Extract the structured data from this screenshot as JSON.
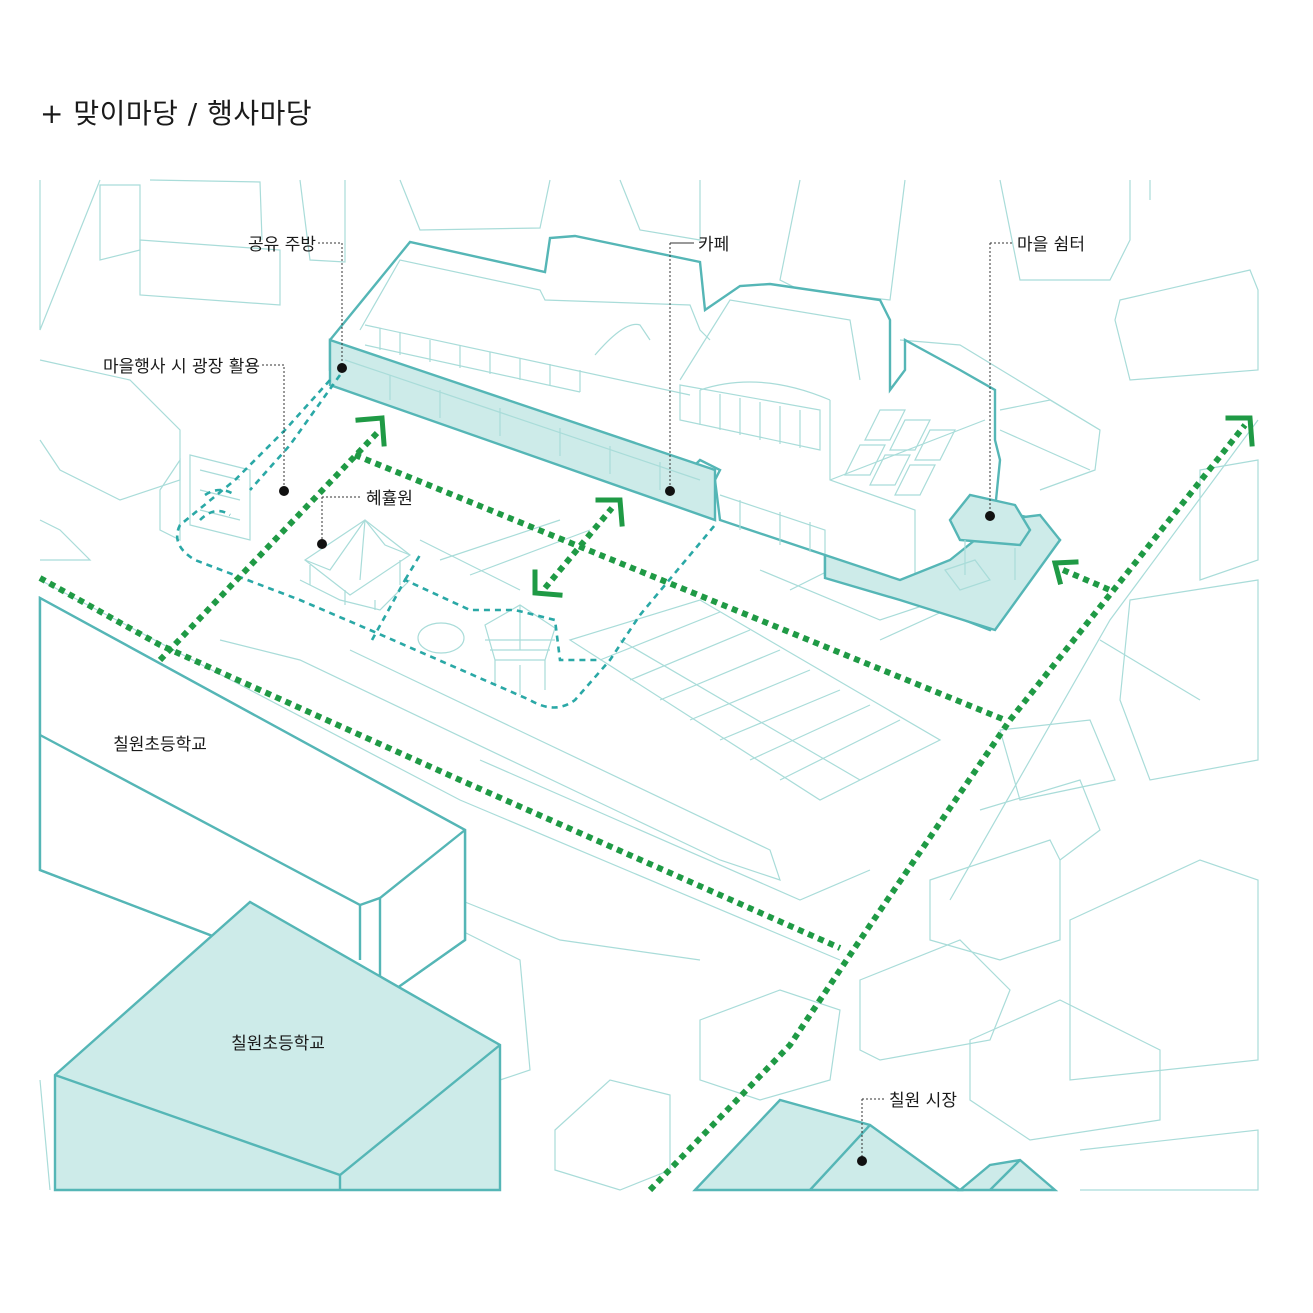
{
  "title": "+  맞이마당 / 행사마당",
  "labels": {
    "shared_kitchen": "공유 주방",
    "cafe": "카페",
    "village_shelter": "마을 쉼터",
    "plaza_use": "마을행사 시 광장 활용",
    "hyehyulwon": "혜휼원",
    "school_1": "칠원초등학교",
    "school_2": "칠원초등학교",
    "market": "칠원 시장"
  },
  "colors": {
    "teal_line": "#55b6b6",
    "teal_fill": "#cdebe9",
    "context_line": "#a9dcd9",
    "green_path": "#1f9a45",
    "text": "#1a1a1a"
  }
}
